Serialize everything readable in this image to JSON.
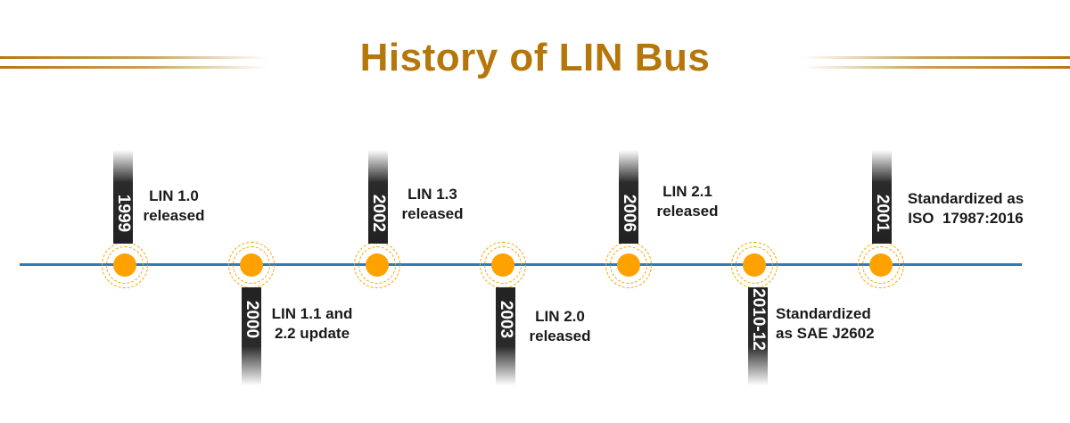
{
  "title": "History of LIN Bus",
  "colors": {
    "title": "#b5770a",
    "axis": "#2a7cbf",
    "node": "#ffa200",
    "bar": "#222222"
  },
  "events": [
    {
      "year": "1999",
      "line1": "LIN 1.0",
      "line2": "released"
    },
    {
      "year": "2000",
      "line1": "LIN 1.1 and",
      "line2": "2.2 update"
    },
    {
      "year": "2002",
      "line1": "LIN 1.3",
      "line2": "released"
    },
    {
      "year": "2003",
      "line1": "LIN 2.0",
      "line2": "released"
    },
    {
      "year": "2006",
      "line1": "LIN 2.1",
      "line2": "released"
    },
    {
      "year": "2010-12",
      "line1": "Standardized",
      "line2": "as SAE J2602"
    },
    {
      "year": "2001",
      "line1": "Standardized as",
      "line2": "ISO  17987:2016"
    }
  ]
}
